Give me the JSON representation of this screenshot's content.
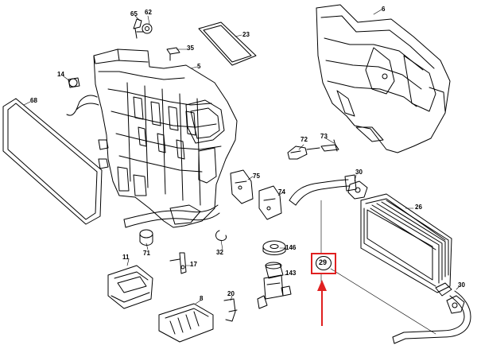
{
  "diagram": {
    "highlight_color": "#e02020",
    "line_color": "#000000",
    "highlighted_part": "29",
    "callouts": [
      {
        "id": "65",
        "label": "65"
      },
      {
        "id": "62",
        "label": "62"
      },
      {
        "id": "23",
        "label": "23"
      },
      {
        "id": "35",
        "label": "35"
      },
      {
        "id": "5",
        "label": "5"
      },
      {
        "id": "14",
        "label": "14"
      },
      {
        "id": "68",
        "label": "68"
      },
      {
        "id": "6",
        "label": "6"
      },
      {
        "id": "73",
        "label": "73"
      },
      {
        "id": "72",
        "label": "72"
      },
      {
        "id": "75",
        "label": "75"
      },
      {
        "id": "74",
        "label": "74"
      },
      {
        "id": "30a",
        "label": "30"
      },
      {
        "id": "26",
        "label": "26"
      },
      {
        "id": "71",
        "label": "71"
      },
      {
        "id": "32",
        "label": "32"
      },
      {
        "id": "146",
        "label": "146"
      },
      {
        "id": "29",
        "label": "29"
      },
      {
        "id": "143",
        "label": "143"
      },
      {
        "id": "11",
        "label": "11"
      },
      {
        "id": "17",
        "label": "17"
      },
      {
        "id": "20",
        "label": "20"
      },
      {
        "id": "8",
        "label": "8"
      },
      {
        "id": "30b",
        "label": "30"
      }
    ]
  }
}
